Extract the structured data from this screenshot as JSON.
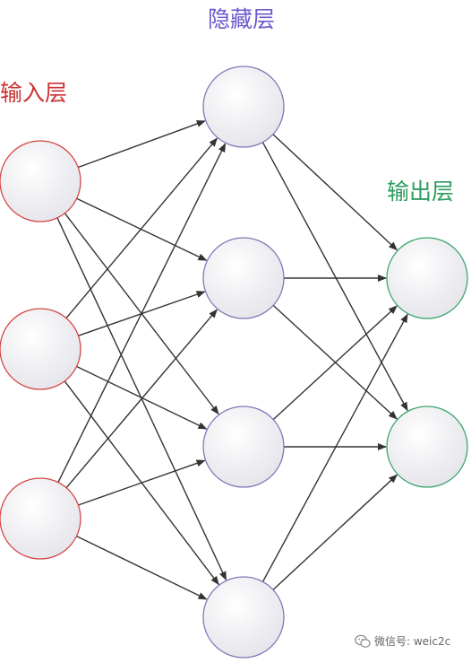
{
  "layers": {
    "input": {
      "label": "输入层",
      "color": "#cc3333",
      "count": 3
    },
    "hidden": {
      "label": "隐藏层",
      "color": "#6a5acd",
      "count": 4
    },
    "output": {
      "label": "输出层",
      "color": "#2e9c5e",
      "count": 2
    }
  },
  "node_style": {
    "fill_light": "#ffffff",
    "fill_dark": "#e6e6ea",
    "input_stroke": "#d64545",
    "hidden_stroke": "#7b7bb8",
    "output_stroke": "#3aa66a",
    "edge_color": "#333333"
  },
  "connections": "fully-connected",
  "watermark": {
    "text": "微信号: weic2c",
    "icon": "wechat-icon"
  }
}
